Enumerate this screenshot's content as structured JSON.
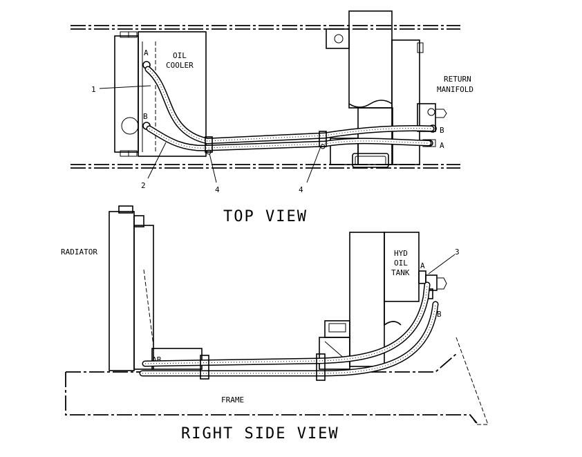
{
  "top_view": {
    "title": "TOP VIEW",
    "oil_cooler_label": [
      "OIL",
      "COOLER"
    ],
    "return_manifold_label": [
      "RETURN",
      "MANIFOLD"
    ],
    "port_a": "A",
    "port_b": "B",
    "callout_1": "1",
    "callout_2": "2",
    "callout_4a": "4",
    "callout_4b": "4"
  },
  "side_view": {
    "title": "RIGHT SIDE VIEW",
    "radiator_label": "RADIATOR",
    "tank_label": [
      "HYD",
      "OIL",
      "TANK"
    ],
    "frame_label": "FRAME",
    "port_ab": "AB",
    "port_a": "A",
    "port_b": "B",
    "callout_3": "3"
  }
}
